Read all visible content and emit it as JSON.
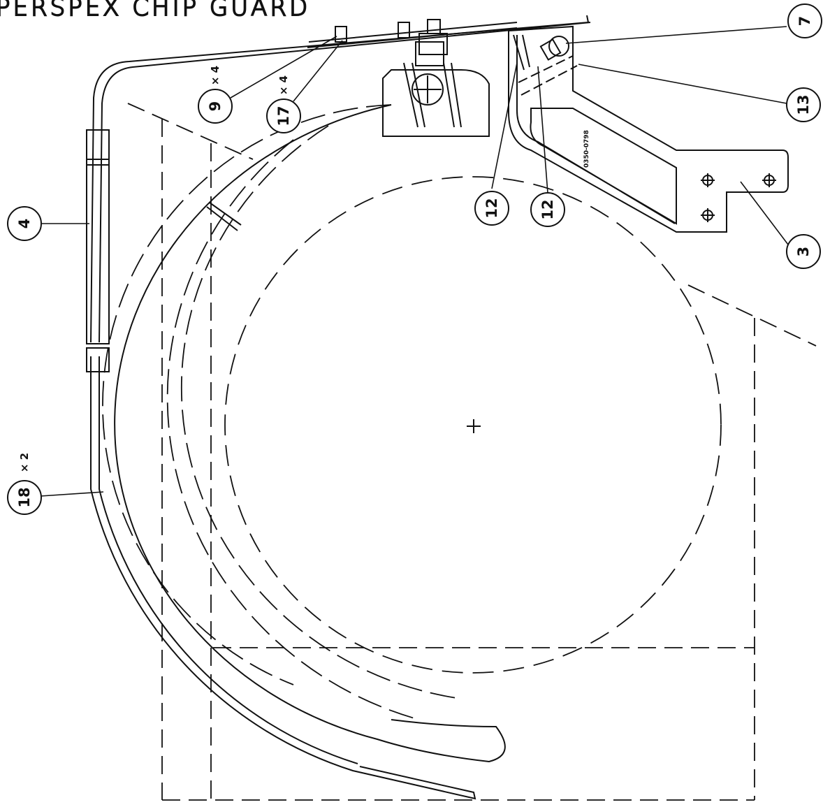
{
  "title": "PERSPEX CHIP GUARD",
  "part_number_stamp": "0350-0798",
  "callouts": [
    {
      "id": "callout-7",
      "number": "7",
      "qty": ""
    },
    {
      "id": "callout-13",
      "number": "13",
      "qty": ""
    },
    {
      "id": "callout-3",
      "number": "3",
      "qty": ""
    },
    {
      "id": "callout-12a",
      "number": "12",
      "qty": ""
    },
    {
      "id": "callout-12b",
      "number": "12",
      "qty": ""
    },
    {
      "id": "callout-9",
      "number": "9",
      "qty": "× 4"
    },
    {
      "id": "callout-17",
      "number": "17",
      "qty": "× 4"
    },
    {
      "id": "callout-4",
      "number": "4",
      "qty": ""
    },
    {
      "id": "callout-18",
      "number": "18",
      "qty": "× 2"
    }
  ],
  "colors": {
    "line": "#111111",
    "background": "#ffffff"
  }
}
